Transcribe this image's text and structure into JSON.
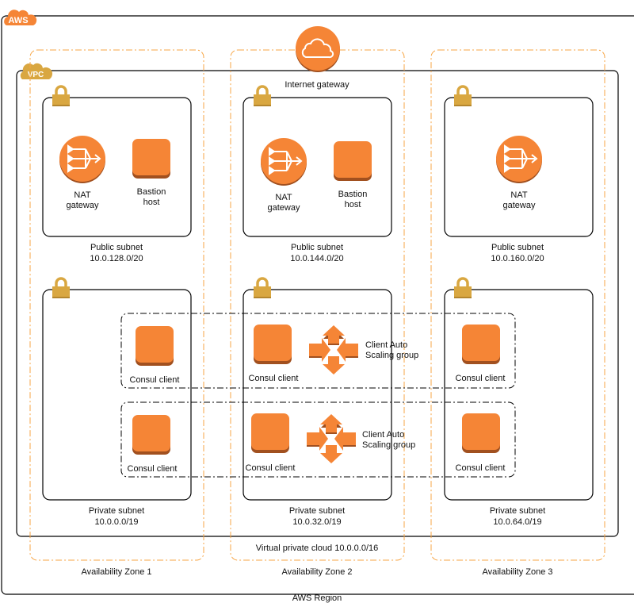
{
  "colors": {
    "orange": "#F58536",
    "orange_dark": "#A1501F",
    "gold": "#D9A741",
    "gold_dark": "#B4862E",
    "line": "#000000"
  },
  "badges": {
    "aws": "AWS",
    "vpc": "VPC"
  },
  "region_label": "AWS Region",
  "vpc_label": "Virtual private cloud 10.0.0.0/16",
  "internet_gateway": {
    "label": "Internet gateway",
    "icon": "cloud-icon"
  },
  "zones": [
    {
      "label": "Availability Zone 1",
      "public_subnet": {
        "name": "Public subnet",
        "cidr": "10.0.128.0/20",
        "nat_line1": "NAT",
        "nat_line2": "gateway",
        "bastion_line1": "Bastion",
        "bastion_line2": "host"
      },
      "private_subnet": {
        "name": "Private subnet",
        "cidr": "10.0.0.0/19"
      }
    },
    {
      "label": "Availability Zone 2",
      "public_subnet": {
        "name": "Public subnet",
        "cidr": "10.0.144.0/20",
        "nat_line1": "NAT",
        "nat_line2": "gateway",
        "bastion_line1": "Bastion",
        "bastion_line2": "host"
      },
      "private_subnet": {
        "name": "Private subnet",
        "cidr": "10.0.32.0/19"
      }
    },
    {
      "label": "Availability Zone 3",
      "public_subnet": {
        "name": "Public subnet",
        "cidr": "10.0.160.0/20",
        "nat_line1": "NAT",
        "nat_line2": "gateway"
      },
      "private_subnet": {
        "name": "Private subnet",
        "cidr": "10.0.64.0/19"
      }
    }
  ],
  "asg_groups": [
    {
      "label_line1": "Client Auto",
      "label_line2": "Scaling group",
      "instances": [
        "Consul client",
        "Consul client",
        "Consul client"
      ]
    },
    {
      "label_line1": "Client Auto",
      "label_line2": "Scaling group",
      "instances": [
        "Consul client",
        "Consul client",
        "Consul client"
      ]
    }
  ]
}
